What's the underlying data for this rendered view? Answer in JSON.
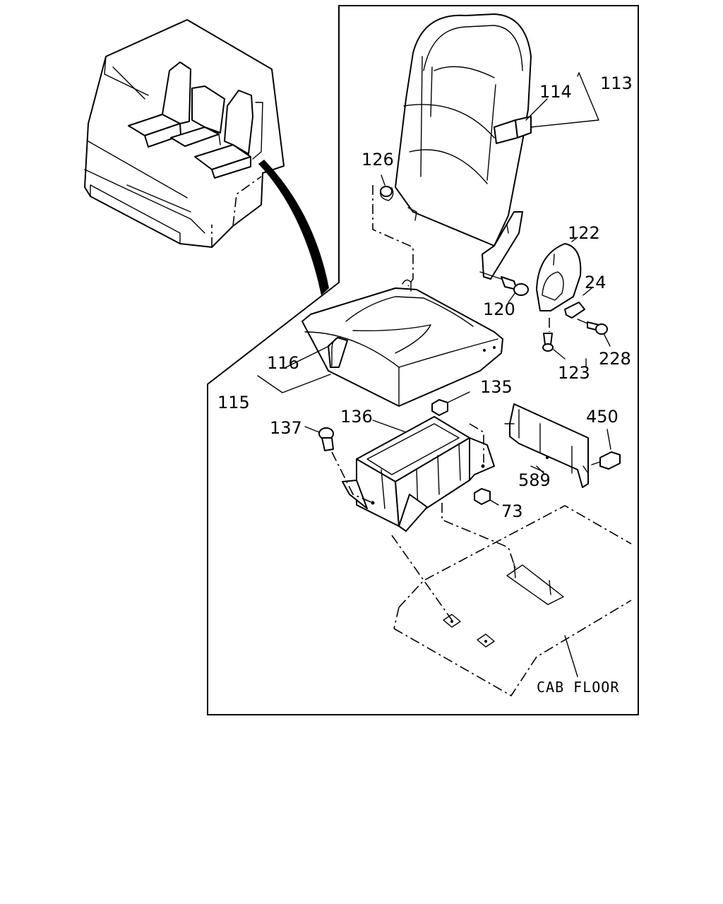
{
  "callouts": {
    "c113": "113",
    "c114": "114",
    "c126": "126",
    "c122": "122",
    "c24": "24",
    "c120": "120",
    "c228": "228",
    "c123": "123",
    "c116": "116",
    "c115": "115",
    "c135": "135",
    "c136": "136",
    "c137": "137",
    "c450": "450",
    "c589": "589",
    "c73": "73"
  },
  "caption": "CAB FLOOR"
}
